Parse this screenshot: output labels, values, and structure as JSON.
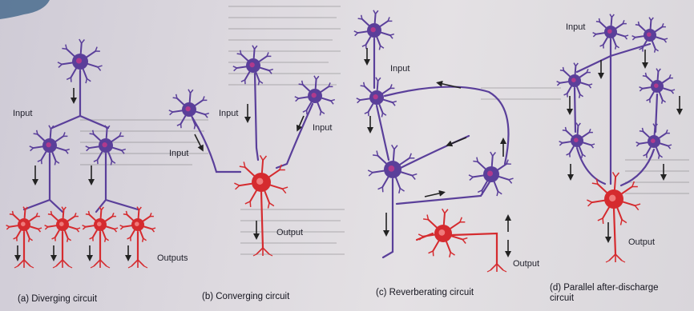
{
  "diagram": {
    "panels": [
      {
        "id": "a",
        "caption": "(a) Diverging circuit",
        "input_label": "Input",
        "output_label": "Outputs"
      },
      {
        "id": "b",
        "caption": "(b) Converging circuit",
        "input_labels": [
          "Input",
          "Input",
          "Input"
        ],
        "output_label": "Output"
      },
      {
        "id": "c",
        "caption": "(c) Reverberating circuit",
        "input_label": "Input",
        "output_label": "Output"
      },
      {
        "id": "d",
        "caption": "(d) Parallel after-discharge\ncircuit",
        "input_label": "Input",
        "output_label": "Output"
      }
    ],
    "colors": {
      "presynaptic_neuron": "#5a3f9a",
      "postsynaptic_neuron": "#d52b2f",
      "nucleus_pre": "#b03a8c",
      "nucleus_post": "#f07a7a",
      "arrow": "#222222"
    }
  }
}
